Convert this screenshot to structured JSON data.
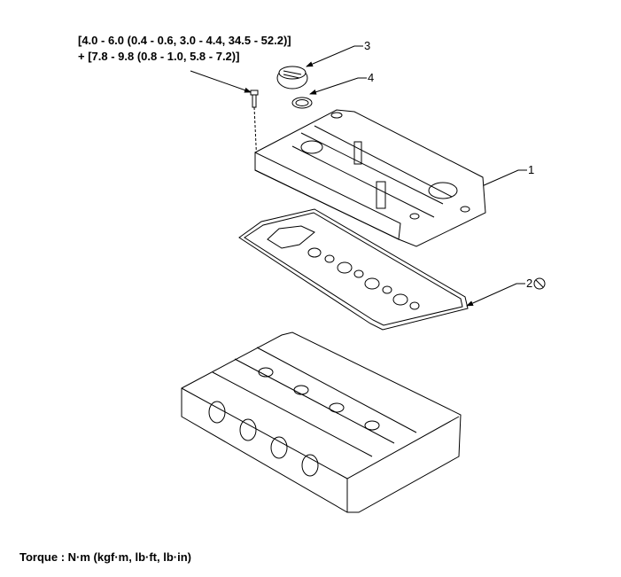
{
  "torque_spec": {
    "line1": "[4.0 - 6.0 (0.4 - 0.6, 3.0 - 4.4, 34.5 - 52.2)]",
    "line2": "+ [7.8 - 9.8 (0.8 - 1.0, 5.8 - 7.2)]"
  },
  "callouts": {
    "c1": "1",
    "c2": "2",
    "c3": "3",
    "c4": "4"
  },
  "footer": {
    "torque_units": "Torque : N·m (kgf·m, lb·ft, lb·in)"
  },
  "icons": {
    "do_not_reuse": "prohibited-icon"
  }
}
